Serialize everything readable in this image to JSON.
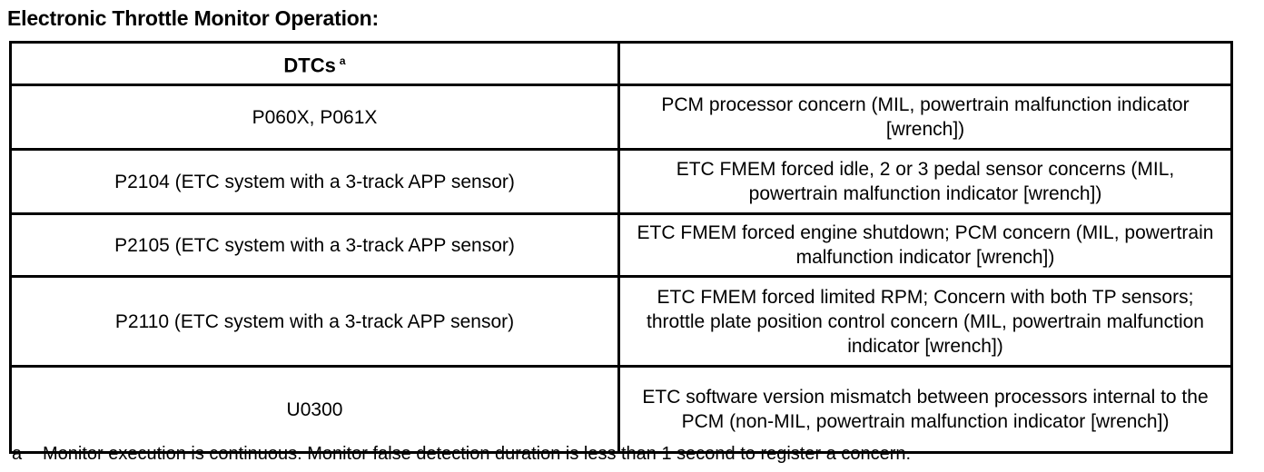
{
  "document": {
    "title": "Electronic Throttle Monitor Operation:"
  },
  "table": {
    "headers": {
      "dtcs": "DTCs",
      "dtcs_superscript": "a",
      "description": ""
    },
    "rows": [
      {
        "dtc": "P060X, P061X",
        "description": "PCM processor concern (MIL, powertrain malfunction indicator [wrench])"
      },
      {
        "dtc": "P2104 (ETC system with a 3-track APP sensor)",
        "description": "ETC FMEM  forced idle, 2 or 3 pedal sensor concerns (MIL, powertrain malfunction indicator [wrench])"
      },
      {
        "dtc": "P2105 (ETC system with a 3-track APP sensor)",
        "description": "ETC FMEM  forced engine shutdown; PCM concern (MIL, powertrain malfunction indicator [wrench])"
      },
      {
        "dtc": "P2110 (ETC system with a 3-track APP sensor)",
        "description": "ETC FMEM  forced limited RPM; Concern with both TP sensors; throttle plate position control concern (MIL, powertrain malfunction indicator [wrench])"
      },
      {
        "dtc": "U0300",
        "description": "ETC software version mismatch between processors internal to the PCM (non-MIL, powertrain malfunction indicator [wrench])"
      }
    ]
  },
  "footnote": {
    "mark": "a",
    "text": "Monitor execution is continuous. Monitor false detection duration is less than 1 second to register a concern."
  }
}
